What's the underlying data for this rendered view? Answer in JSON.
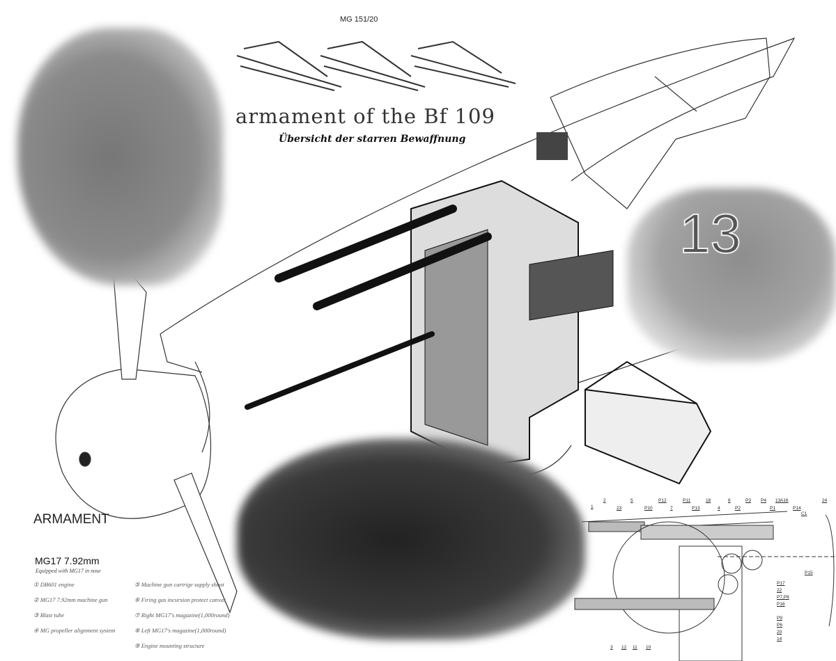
{
  "header": {
    "gun_label": "MG 151/20",
    "title": "armament of the Bf 109",
    "subtitle": "Übersicht der starren Bewaffnung"
  },
  "photos": {
    "right_number": "13"
  },
  "legend": {
    "title": "ARMAMENT",
    "gun": "MG17 7.92mm",
    "gun_sub": "Equipped with MG17 in nose",
    "items": [
      "① DB601 engine",
      "② MG17 7.92mm machine gun",
      "③ Blast tube",
      "④ MG propeller alignment system",
      "⑤ Machine gun cartrige supply shoot",
      "⑥ Firing gas incursion protect canvas",
      "⑦ Right MG17's magazine(1,000round)",
      "⑧ Left MG17's magazine(1,000round)",
      "⑨ Engine mounting structure"
    ]
  },
  "schematic": {
    "top_labels": [
      "1",
      "2",
      "23",
      "5",
      "P10",
      "P12",
      "7",
      "P11",
      "P13",
      "18",
      "4",
      "6",
      "P2",
      "P3",
      "P4",
      "P1",
      "13",
      "A16",
      "P14",
      "C1",
      "24"
    ],
    "right_labels": [
      "P15",
      "P17",
      "22",
      "P7,P8",
      "P16",
      "P9",
      "P6",
      "20",
      "14"
    ],
    "bottom_labels": [
      "3",
      "12",
      "11",
      "10"
    ]
  },
  "colors": {
    "ink": "#222222",
    "photo": "#6a6a6a"
  }
}
